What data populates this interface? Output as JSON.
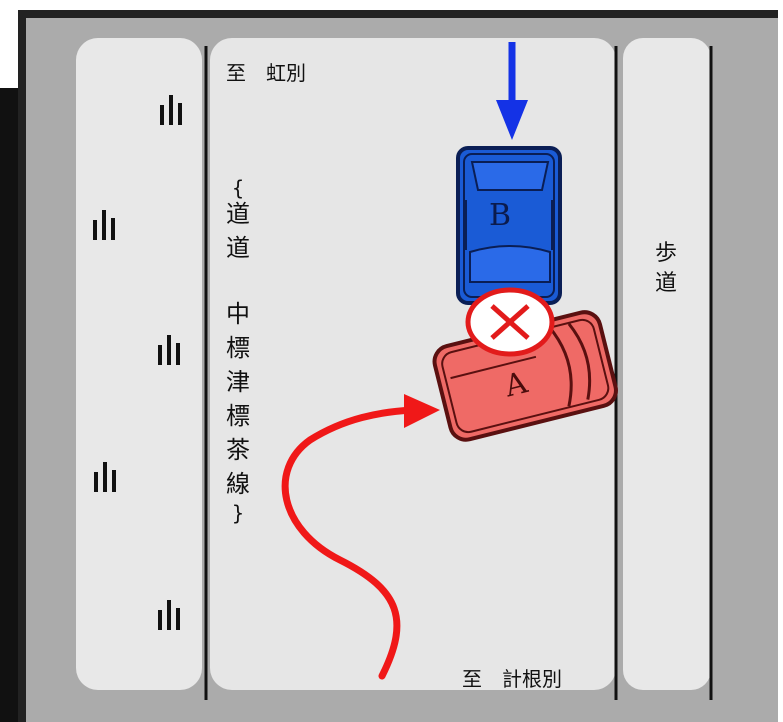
{
  "labels": {
    "top_road": "至　虹別",
    "bottom_road": "至　計根別",
    "sidewalk": [
      "歩",
      "道"
    ],
    "median_top": [
      "{",
      "道",
      "道"
    ],
    "median_main": [
      "中",
      "標",
      "津",
      "標",
      "茶",
      "線",
      "}"
    ],
    "vehicle_a": "A",
    "vehicle_b": "B"
  },
  "icons": {
    "grass": "grass-tuft-icon",
    "collision": "collision-x-mark-icon",
    "arrow_b": "down-arrow-icon",
    "arrow_a": "curved-arrow-icon"
  },
  "colors": {
    "vehicle_a": "#ef6a66",
    "vehicle_b": "#1a5bd6",
    "arrow_a": "#f01818",
    "arrow_b": "#1432e6",
    "collision": "#e21b1b",
    "road": "#e6e6e6",
    "frame": "#ababab"
  }
}
